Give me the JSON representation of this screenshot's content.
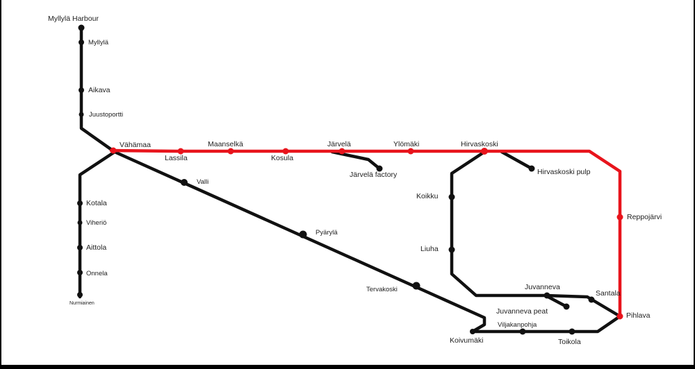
{
  "colors": {
    "background": "#ffffff",
    "track": "#111111",
    "highlight_route": "#e8141c",
    "station_dot": "#111111",
    "highlight_dot": "#e8141c",
    "frame": "#000000"
  },
  "stations": {
    "myllyla_harbour": "Myllylä Harbour",
    "myllyla": "Myllylä",
    "aikava": "Aikava",
    "juustoportti": "Juustoportti",
    "vahamaa": "Vähämaa",
    "lassila": "Lassila",
    "maanselka": "Maanselkä",
    "kosula": "Kosula",
    "jarvela": "Järvelä",
    "jarvela_factory": "Järvelä factory",
    "ylomaki": "Ylömäki",
    "hirvaskoski": "Hirvaskoski",
    "hirvaskoski_pulp": "Hirvaskoski pulp",
    "reppojarvi": "Reppojärvi",
    "valli": "Valli",
    "kotala": "Kotala",
    "viherio": "Viheriö",
    "aittola": "Aittola",
    "onnela": "Onnela",
    "nurmiainen": "Nurmiainen",
    "pyaryla": "Pyärylä",
    "tervakoski": "Tervakoski",
    "koikku": "Koikku",
    "liuha": "Liuha",
    "juvanneva": "Juvanneva",
    "juvanneva_peat": "Juvanneva peat",
    "santala": "Santala",
    "pihlava": "Pihlava",
    "viljakanpohja": "Viljakanpohja",
    "koivumaki": "Koivumäki",
    "toikola": "Toikola"
  }
}
